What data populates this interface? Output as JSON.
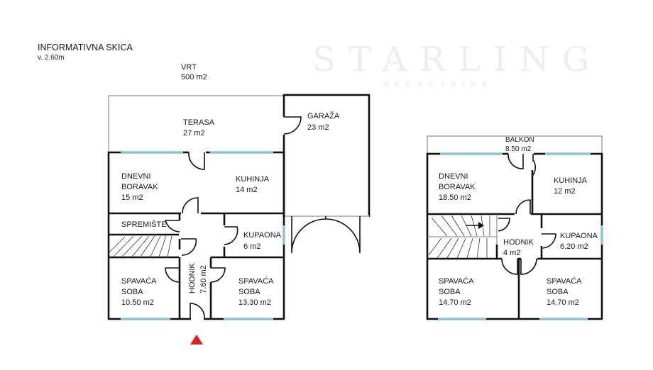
{
  "header": {
    "title": "INFORMATIVNA SKICA",
    "subtitle": "v. 2.60m"
  },
  "watermark": {
    "name": "STARLING",
    "sub": "NEKRETNINE"
  },
  "garden": {
    "name": "VRT",
    "area": "500 m2"
  },
  "ground_floor": {
    "terasa": {
      "name": "TERASA",
      "area": "27 m2"
    },
    "garaza": {
      "name": "GARAŽA",
      "area": "23 m2"
    },
    "dnevni": {
      "name1": "DNEVNI",
      "name2": "BORAVAK",
      "area": "15 m2"
    },
    "kuhinja": {
      "name": "KUHINJA",
      "area": "14 m2"
    },
    "spremiste": {
      "name": "SPREMIŠTE"
    },
    "kupaona": {
      "name": "KUPAONA",
      "area": "6 m2"
    },
    "hodnik": {
      "name": "HODNIK",
      "area": "7.60 m2"
    },
    "spavaca_left": {
      "name1": "SPAVAĆA",
      "name2": "SOBA",
      "area": "10.50 m2"
    },
    "spavaca_right": {
      "name1": "SPAVAĆA",
      "name2": "SOBA",
      "area": "13.30 m2"
    },
    "entrance_color": "#e02020"
  },
  "upper_floor": {
    "balkon": {
      "name": "BALKON",
      "area": "8.50 m2"
    },
    "dnevni": {
      "name1": "DNEVNI",
      "name2": "BORAVAK",
      "area": "18.50 m2"
    },
    "kuhinja": {
      "name": "KUHINJA",
      "area": "12 m2"
    },
    "hodnik": {
      "name": "HODNIK",
      "area": "4 m2"
    },
    "kupaona": {
      "name": "KUPAONA",
      "area": "6.20 m2"
    },
    "spavaca_left": {
      "name1": "SPAVAĆA",
      "name2": "SOBA",
      "area": "14.70 m2"
    },
    "spavaca_right": {
      "name1": "SPAVAĆA",
      "name2": "SOBA",
      "area": "14.70 m2"
    }
  }
}
